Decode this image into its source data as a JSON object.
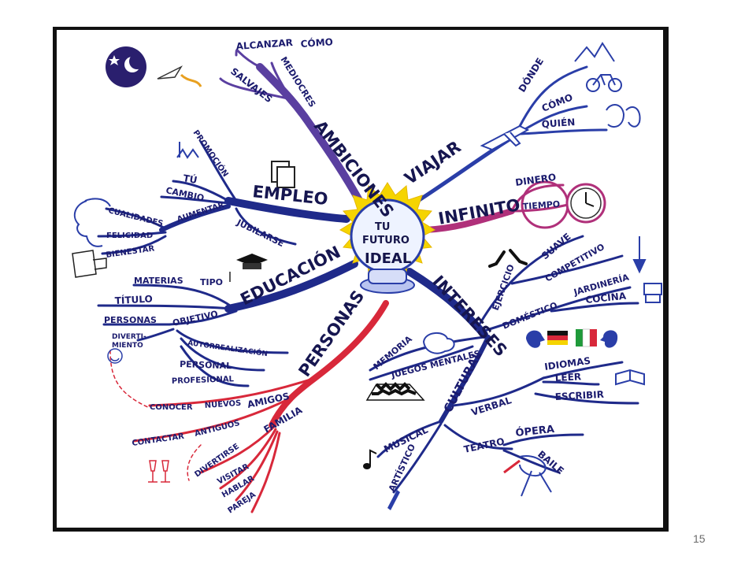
{
  "slide": {
    "page_number": "15"
  },
  "colors": {
    "navy": "#1f2a8a",
    "purple": "#5a3fa0",
    "red": "#d8283a",
    "magenta": "#b0307a",
    "sun": "#f5d400",
    "frame": "#111111"
  },
  "center": {
    "line1": "TU",
    "line2": "FUTURO",
    "line3": "IDEAL"
  },
  "branches": {
    "ambiciones": {
      "label": "AMBICIONES",
      "subs": [
        "ALCANZAR",
        "CÓMO",
        "MEDIOCRES",
        "SALVAJES"
      ]
    },
    "viajar": {
      "label": "VIAJAR",
      "subs": [
        "DÓNDE",
        "CÓMO",
        "QUIÉN"
      ]
    },
    "infinito": {
      "label": "INFINITO",
      "subs": [
        "DINERO",
        "TIEMPO"
      ]
    },
    "intereses": {
      "label": "INTERESES",
      "subs": [
        "EJERCICIO",
        "SUAVE",
        "COMPETITIVO",
        "DOMÉSTICO",
        "JARDINERÍA",
        "COCINA",
        "MEMORIA",
        "JUEGOS MENTALES"
      ]
    },
    "cultural": {
      "label": "CULTURAL",
      "subs": [
        "VERBAL",
        "IDIOMAS",
        "LEER",
        "ESCRIBIR",
        "MUSICAL",
        "ARTÍSTICO",
        "TEATRO",
        "ÓPERA",
        "BAILE"
      ]
    },
    "empleo": {
      "label": "EMPLEO",
      "subs": [
        "PROMOCIÓN",
        "TÚ",
        "CAMBIO",
        "AUMENTAR",
        "JUBILARSE",
        "CUALIDADES",
        "FELICIDAD",
        "BIENESTAR"
      ]
    },
    "educacion": {
      "label": "EDUCACIÓN",
      "subs": [
        "MATERIAS",
        "TIPO",
        "TÍTULO",
        "OBJETIVO",
        "PERSONAS",
        "DIVERTI-",
        "MIENTO",
        "AUTORREALIZACIÓN",
        "PERSONAL",
        "PROFESIONAL"
      ]
    },
    "personas": {
      "label": "PERSONAS",
      "subs": [
        "AMIGOS",
        "CONOCER",
        "NUEVOS",
        "FAMILIA",
        "CONTACTAR",
        "ANTIGUOS",
        "DIVERTIRSE",
        "VISITAR",
        "HABLAR",
        "PAREJA"
      ]
    }
  }
}
